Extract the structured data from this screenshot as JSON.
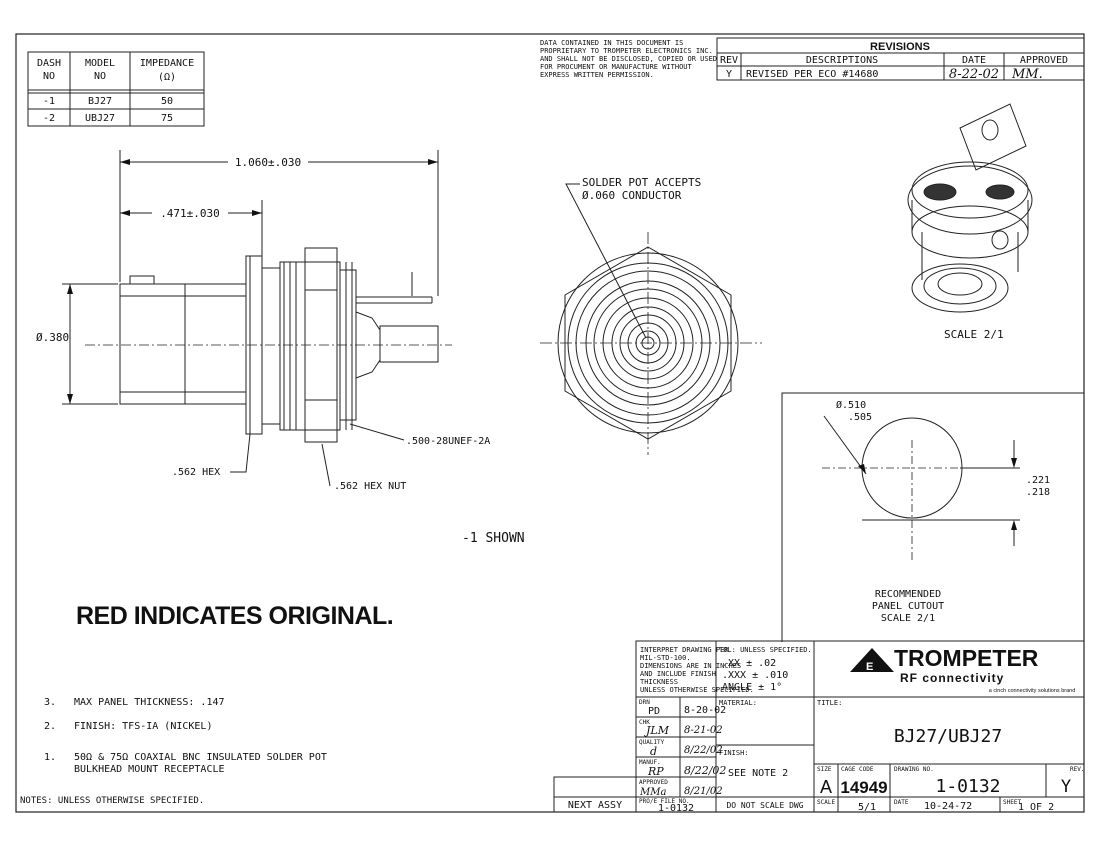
{
  "dash_table": {
    "headers": [
      "DASH NO",
      "MODEL NO",
      "IMPEDANCE (Ω)"
    ],
    "rows": [
      {
        "dash": "-1",
        "model": "BJ27",
        "impedance": "50"
      },
      {
        "dash": "-2",
        "model": "UBJ27",
        "impedance": "75"
      }
    ]
  },
  "proprietary_notice": [
    "DATA CONTAINED IN THIS DOCUMENT IS",
    "PROPRIETARY TO TROMPETER ELECTRONICS INC.",
    "AND SHALL NOT BE DISCLOSED, COPIED OR USED",
    "FOR PROCUMENT OR MANUFACTURE WITHOUT",
    "EXPRESS WRITTEN PERMISSION."
  ],
  "revisions": {
    "title": "REVISIONS",
    "headers": {
      "rev": "REV",
      "desc": "DESCRIPTIONS",
      "date": "DATE",
      "approved": "APPROVED"
    },
    "row": {
      "rev": "Y",
      "desc": "REVISED PER ECO #14680",
      "date": "8-22-02",
      "approved": "MM."
    }
  },
  "dimensions": {
    "overall_length": "1.060±.030",
    "body_length": ".471±.030",
    "diameter": "Ø.380",
    "solder_pot": [
      "SOLDER POT ACCEPTS",
      "Ø.060 CONDUCTOR"
    ],
    "thread": ".500-28UNEF-2A",
    "hex": ".562 HEX",
    "hex_nut": ".562 HEX NUT"
  },
  "view_caption": "-1 SHOWN",
  "iso_scale": "SCALE 2/1",
  "panel_cutout": {
    "diameter": [
      "Ø.510",
      ".505"
    ],
    "flat": [
      ".221",
      ".218"
    ],
    "caption": [
      "RECOMMENDED",
      "PANEL CUTOUT",
      "SCALE 2/1"
    ]
  },
  "red_note": "RED INDICATES ORIGINAL.",
  "notes": {
    "items": [
      {
        "num": "3.",
        "text": "MAX PANEL THICKNESS: .147"
      },
      {
        "num": "2.",
        "text": "FINISH: TFS-IA (NICKEL)"
      },
      {
        "num": "1.",
        "text": "50Ω & 75Ω COAXIAL BNC INSULATED SOLDER POT",
        "text2": "BULKHEAD MOUNT RECEPTACLE"
      }
    ],
    "footer": "NOTES: UNLESS OTHERWISE SPECIFIED."
  },
  "title_block": {
    "interpret": [
      "INTERPRET DRAWING PER",
      "MIL-STD-100.",
      "DIMENSIONS ARE IN INCHES",
      "AND INCLUDE FINISH",
      "THICKNESS",
      "UNLESS OTHERWISE SPECIFIED."
    ],
    "tolerance_title": "TOL: UNLESS SPECIFIED.",
    "tolerances": [
      ".XX  ± .02",
      ".XXX ± .010",
      "ANGLE ± 1°"
    ],
    "material_label": "MATERIAL:",
    "finish_label": "FINISH:",
    "finish_value": "SEE NOTE 2",
    "signatures": [
      {
        "label": "DRN",
        "name": "PD",
        "date": "8-20-02"
      },
      {
        "label": "CHK",
        "name": "JLM",
        "date": "8-21-02"
      },
      {
        "label": "QUALITY",
        "name": "d",
        "date": "8/22/02"
      },
      {
        "label": "MANUF.",
        "name": "RP",
        "date": "8/22/02"
      },
      {
        "label": "APPROVED",
        "name": "MMa",
        "date": "8/21/02"
      }
    ],
    "logo": "TROMPETER",
    "logo_sub": "RF connectivity",
    "logo_tag": "a cinch connectivity solutions brand",
    "title_label": "TITLE:",
    "title": "BJ27/UBJ27",
    "size_label": "SIZE",
    "size": "A",
    "cage_label": "CAGE CODE",
    "cage": "14949",
    "dwg_label": "DRAWING NO.",
    "dwg": "1-0132",
    "rev_label": "REV.",
    "rev": "Y",
    "scale_label": "SCALE",
    "scale": "5/1",
    "date_label": "DATE",
    "date": "10-24-72",
    "sheet_label": "SHEET",
    "sheet": "1 OF 2",
    "next_assy": "NEXT ASSY",
    "profile_label": "PRO/E FILE NO.",
    "profile": "1-0132",
    "do_not_scale": "DO NOT SCALE DWG"
  }
}
